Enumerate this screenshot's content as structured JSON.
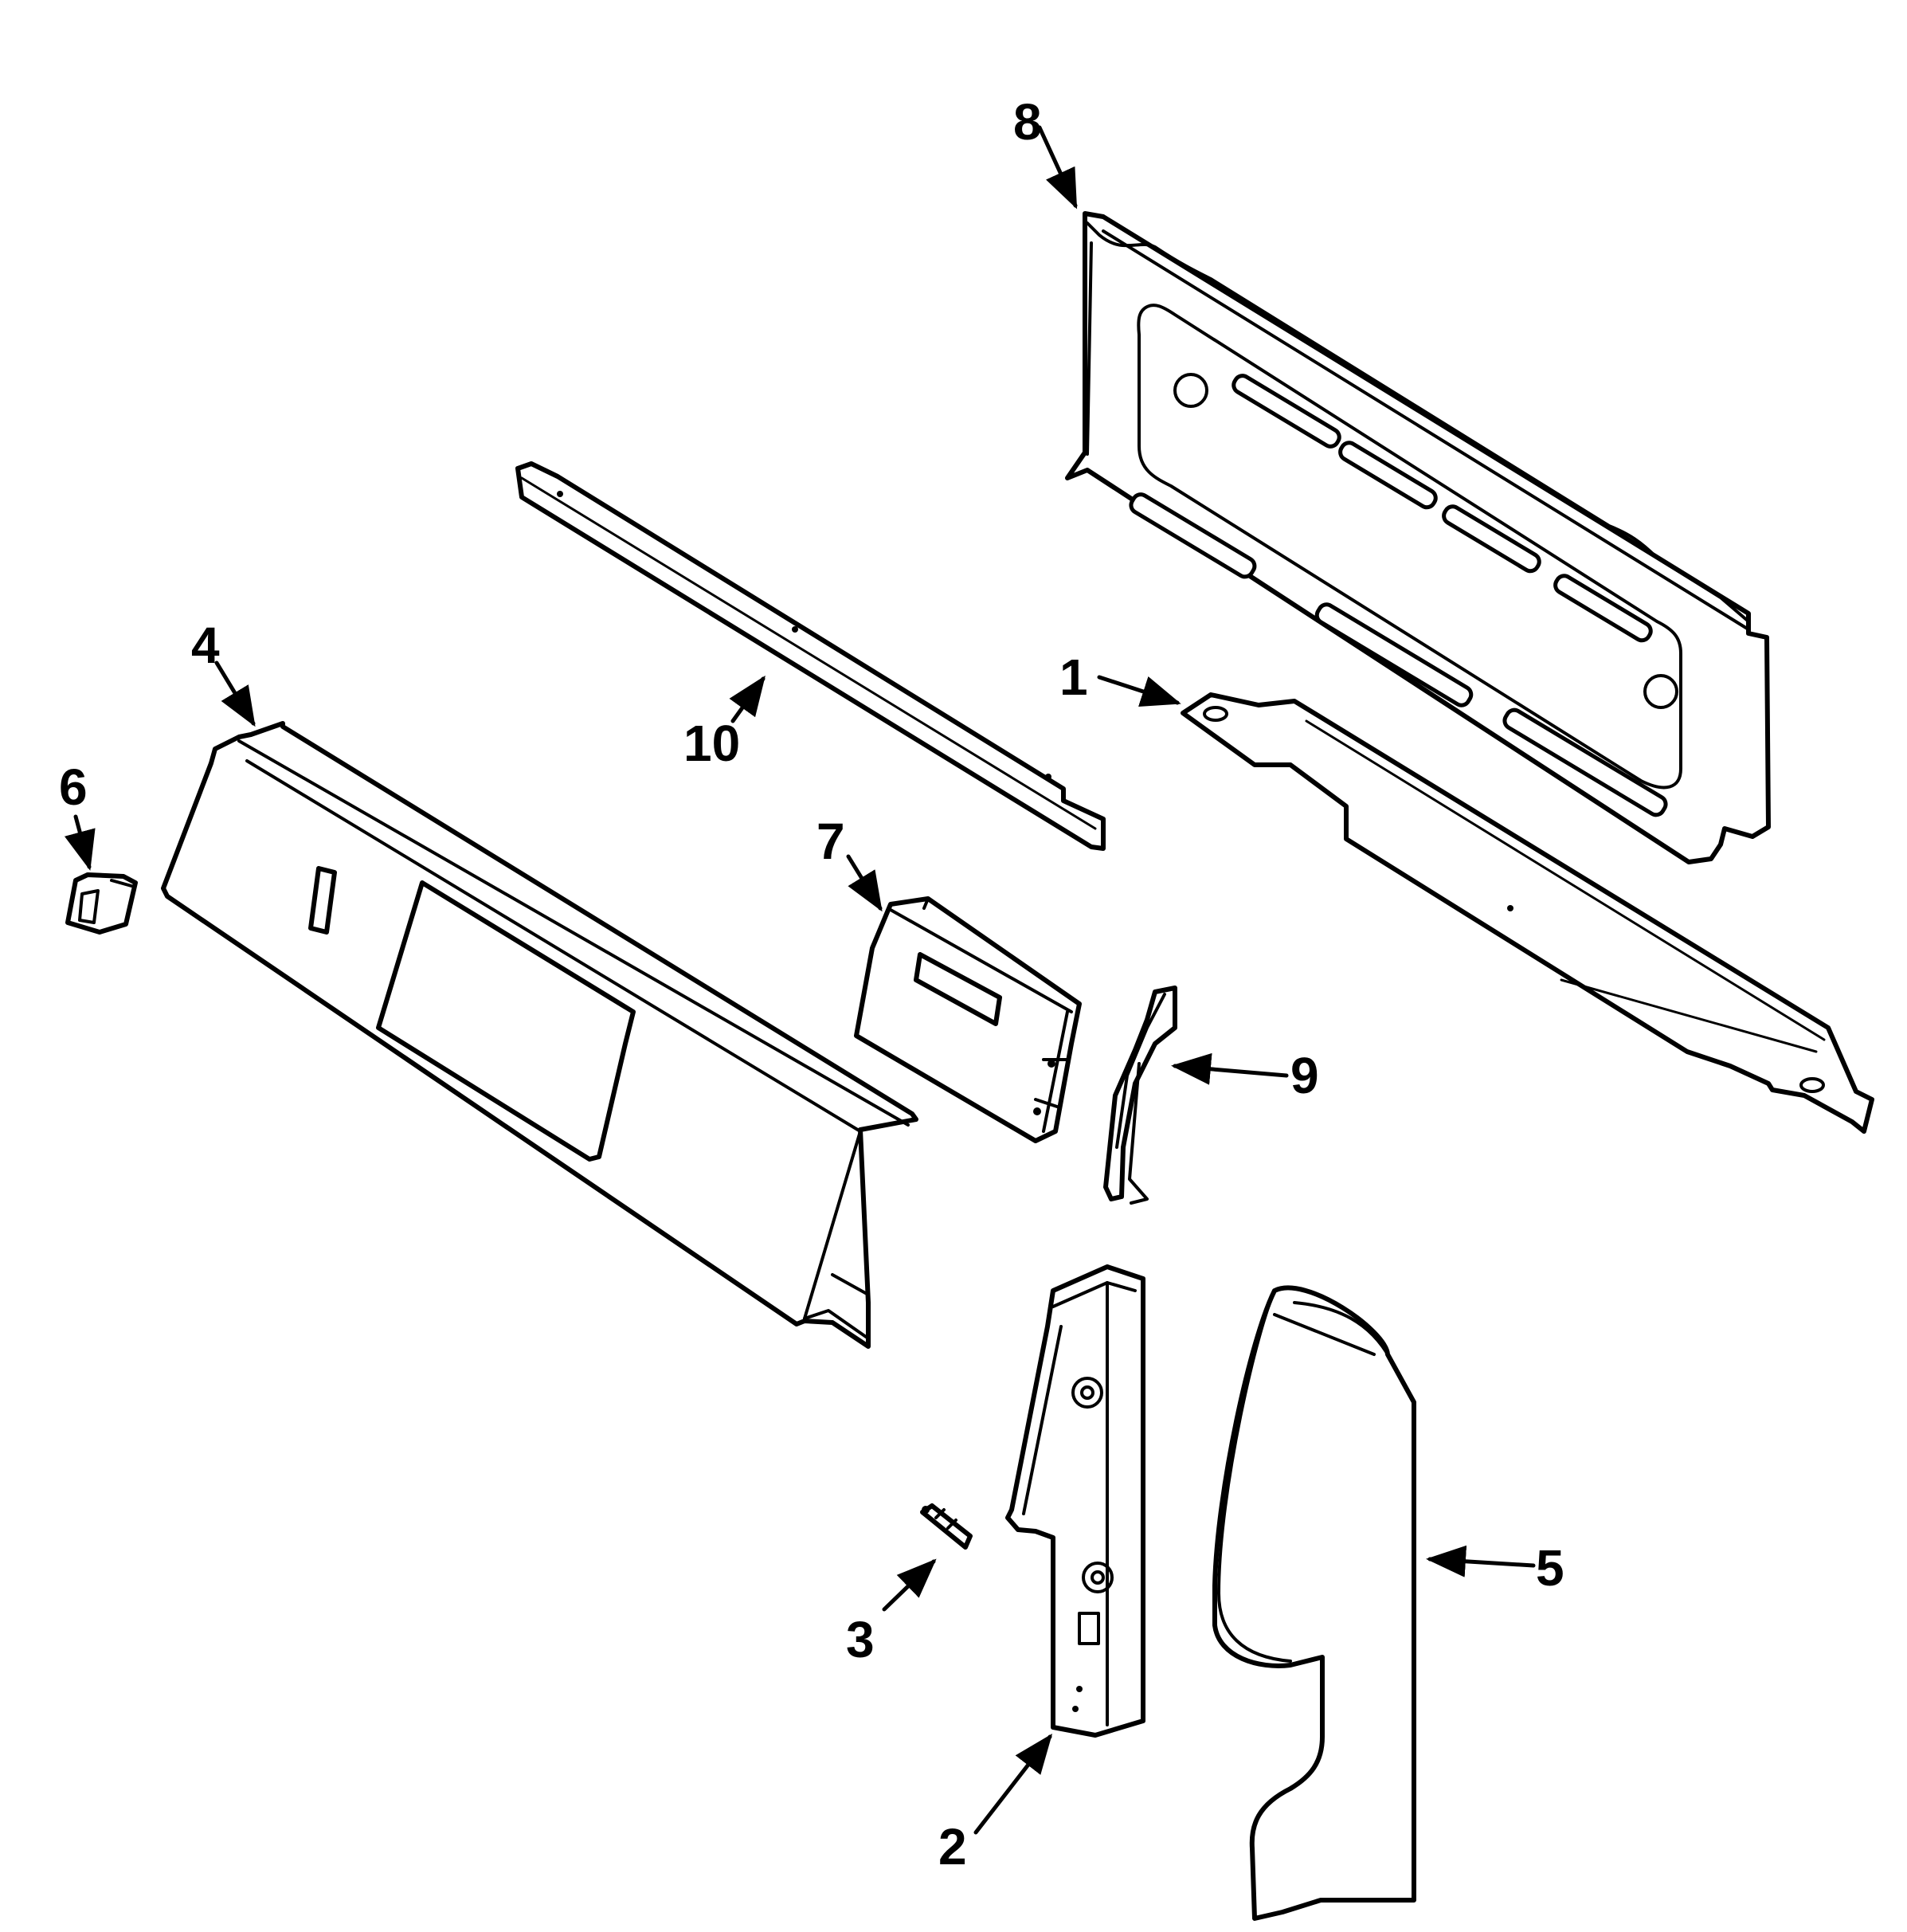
{
  "diagram": {
    "callouts": [
      {
        "id": "1",
        "label": "1"
      },
      {
        "id": "2",
        "label": "2"
      },
      {
        "id": "3",
        "label": "3"
      },
      {
        "id": "4",
        "label": "4"
      },
      {
        "id": "5",
        "label": "5"
      },
      {
        "id": "6",
        "label": "6"
      },
      {
        "id": "7",
        "label": "7"
      },
      {
        "id": "8",
        "label": "8"
      },
      {
        "id": "9",
        "label": "9"
      },
      {
        "id": "10",
        "label": "10"
      }
    ]
  }
}
